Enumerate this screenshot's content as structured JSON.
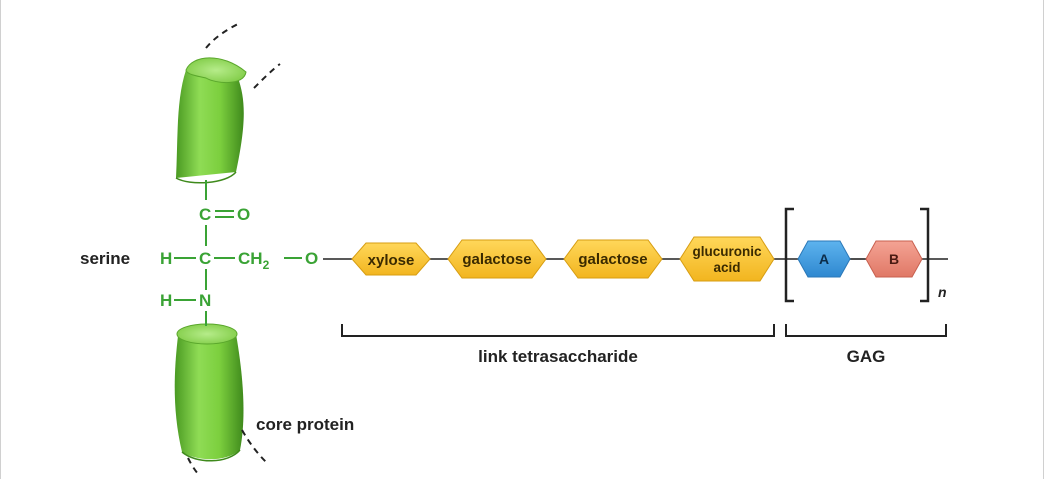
{
  "labels": {
    "serine": "serine",
    "core_protein": "core protein",
    "link_tetrasaccharide": "link tetrasaccharide",
    "gag": "GAG",
    "repeat_n": "n"
  },
  "chem": {
    "carbonyl_c": "C",
    "carbonyl_o": "O",
    "h_left": "H",
    "alpha_c": "C",
    "ch2": "CH",
    "ch2_sub": "2",
    "oxygen": "O",
    "h_amine": "H",
    "n_amine": "N"
  },
  "sugars": {
    "xylose": "xylose",
    "galactose1": "galactose",
    "galactose2": "galactose",
    "glucuronic_line1": "glucuronic",
    "glucuronic_line2": "acid"
  },
  "gag_units": {
    "a": "A",
    "b": "B"
  },
  "colors": {
    "protein_green": "#7ed140",
    "chem_green": "#3aa335",
    "sugar_yellow": "#f6c231",
    "unit_a_blue": "#3d9be0",
    "unit_b_salmon": "#ea8b7b"
  }
}
